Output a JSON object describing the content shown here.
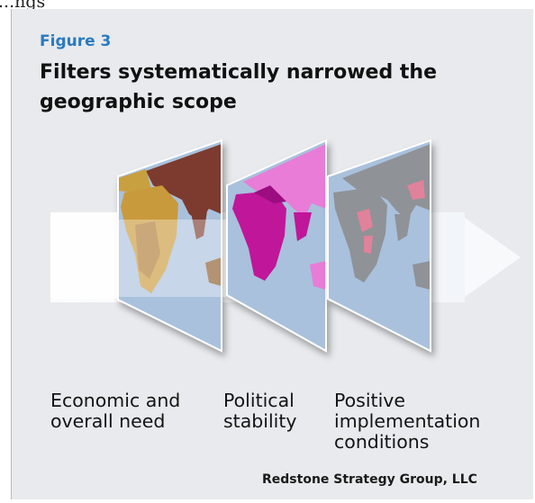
{
  "header_fragment": "...ngs",
  "figure": {
    "label": "Figure 3",
    "title": "Filters systematically narrowed the geographic scope"
  },
  "stages": [
    {
      "label": "Economic and\noverall need",
      "highlight_color": "#8b5a2b",
      "secondary_color": "#c99a3a"
    },
    {
      "label": "Political\nstability",
      "highlight_color": "#c0149a",
      "secondary_color": "#e97bd7"
    },
    {
      "label": "Positive\nimplementation\nconditions",
      "highlight_color": "#e0829a",
      "secondary_color": "#8f9297"
    }
  ],
  "colors": {
    "panel_bg": "#e8eaed",
    "ocean": "#a9c1dc",
    "figure_label": "#2a7abf",
    "arrow": "#f7f9fb"
  },
  "credit": "Redstone Strategy Group, LLC"
}
